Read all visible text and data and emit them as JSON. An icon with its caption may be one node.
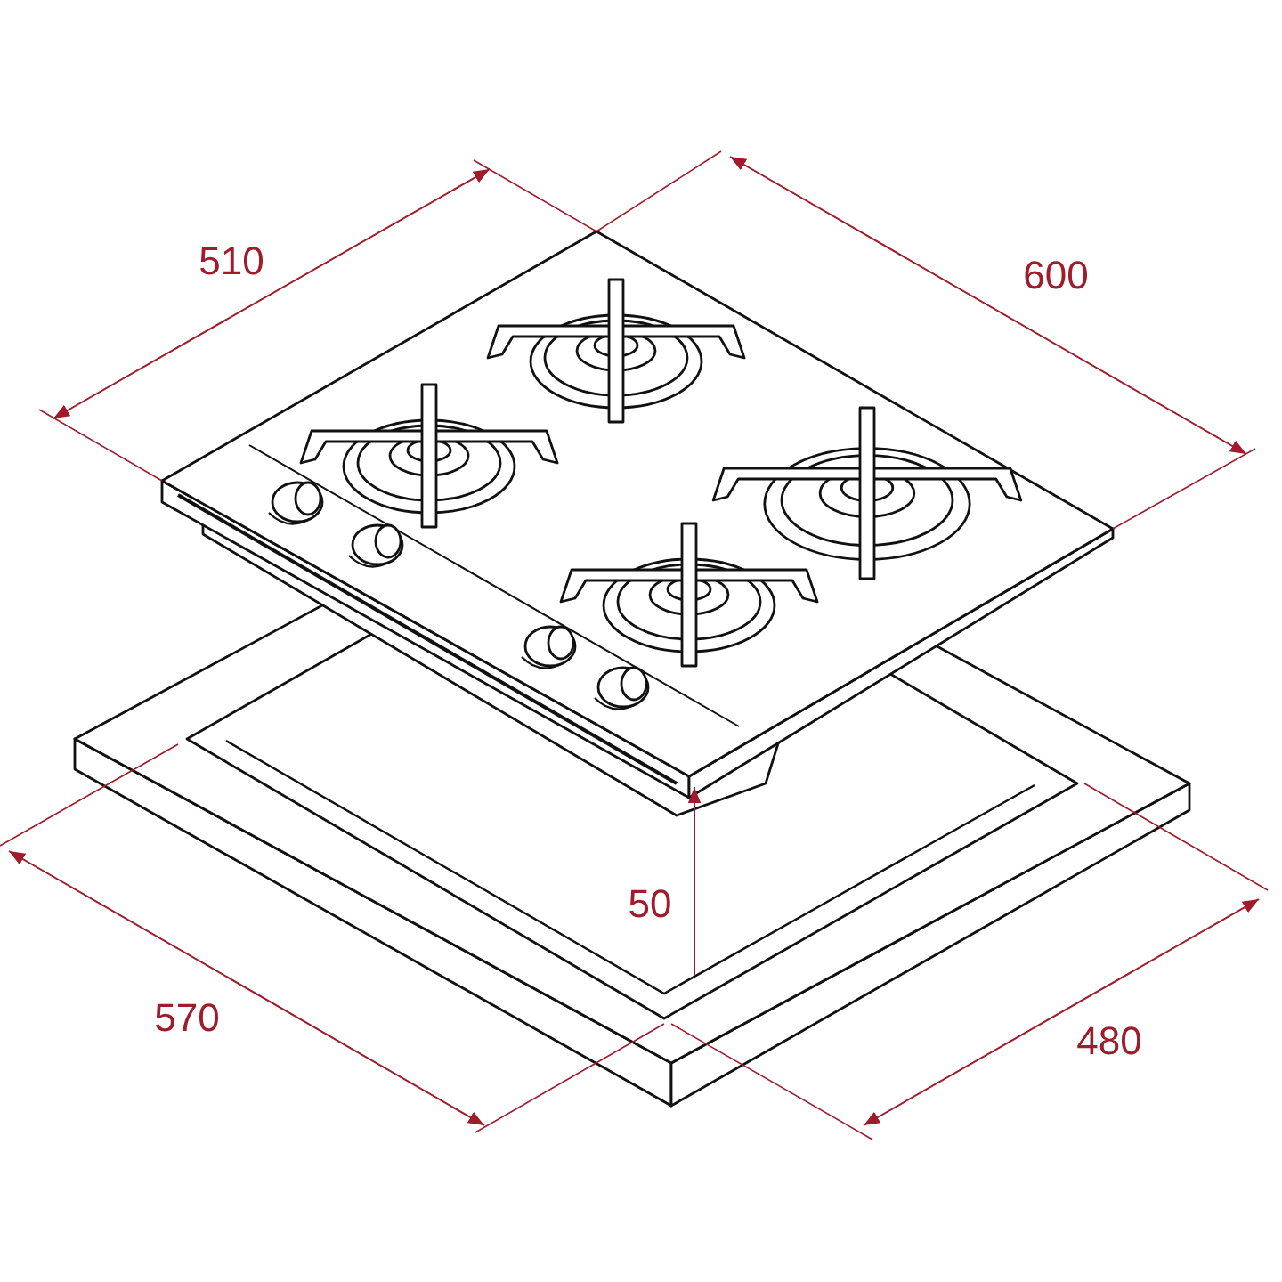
{
  "diagram": {
    "labels": [
      "510",
      "600",
      "50",
      "570",
      "480"
    ]
  }
}
